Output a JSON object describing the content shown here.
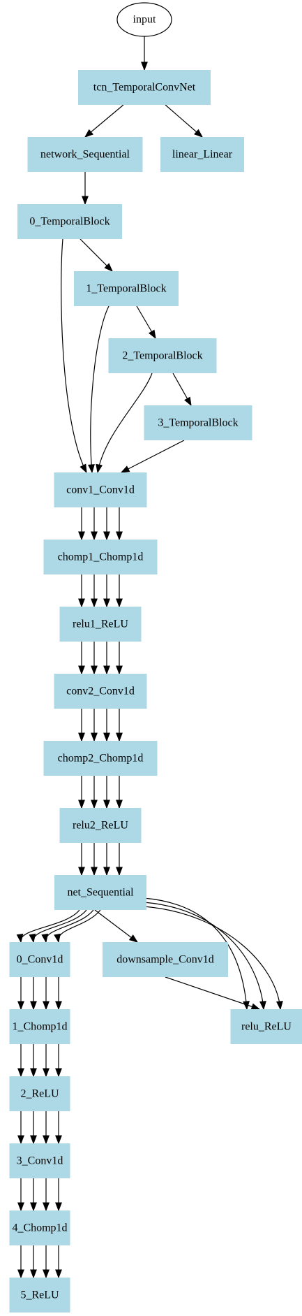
{
  "diagram": {
    "nodes": [
      {
        "id": "input",
        "label": "input",
        "shape": "ellipse"
      },
      {
        "id": "tcn",
        "label": "tcn_TemporalConvNet",
        "shape": "box"
      },
      {
        "id": "network",
        "label": "network_Sequential",
        "shape": "box"
      },
      {
        "id": "linear",
        "label": "linear_Linear",
        "shape": "box"
      },
      {
        "id": "tb0",
        "label": "0_TemporalBlock",
        "shape": "box"
      },
      {
        "id": "tb1",
        "label": "1_TemporalBlock",
        "shape": "box"
      },
      {
        "id": "tb2",
        "label": "2_TemporalBlock",
        "shape": "box"
      },
      {
        "id": "tb3",
        "label": "3_TemporalBlock",
        "shape": "box"
      },
      {
        "id": "conv1",
        "label": "conv1_Conv1d",
        "shape": "box"
      },
      {
        "id": "chomp1",
        "label": "chomp1_Chomp1d",
        "shape": "box"
      },
      {
        "id": "relu1",
        "label": "relu1_ReLU",
        "shape": "box"
      },
      {
        "id": "conv2",
        "label": "conv2_Conv1d",
        "shape": "box"
      },
      {
        "id": "chomp2",
        "label": "chomp2_Chomp1d",
        "shape": "box"
      },
      {
        "id": "relu2",
        "label": "relu2_ReLU",
        "shape": "box"
      },
      {
        "id": "net",
        "label": "net_Sequential",
        "shape": "box"
      },
      {
        "id": "c0",
        "label": "0_Conv1d",
        "shape": "box"
      },
      {
        "id": "downsample",
        "label": "downsample_Conv1d",
        "shape": "box"
      },
      {
        "id": "relu",
        "label": "relu_ReLU",
        "shape": "box"
      },
      {
        "id": "c1",
        "label": "1_Chomp1d",
        "shape": "box"
      },
      {
        "id": "c2",
        "label": "2_ReLU",
        "shape": "box"
      },
      {
        "id": "c3",
        "label": "3_Conv1d",
        "shape": "box"
      },
      {
        "id": "c4",
        "label": "4_Chomp1d",
        "shape": "box"
      },
      {
        "id": "c5",
        "label": "5_ReLU",
        "shape": "box"
      }
    ],
    "edges": [
      {
        "from": "input",
        "to": "tcn"
      },
      {
        "from": "tcn",
        "to": "network"
      },
      {
        "from": "tcn",
        "to": "linear"
      },
      {
        "from": "network",
        "to": "tb0"
      },
      {
        "from": "tb0",
        "to": "tb1"
      },
      {
        "from": "tb0",
        "to": "conv1"
      },
      {
        "from": "tb1",
        "to": "tb2"
      },
      {
        "from": "tb1",
        "to": "conv1"
      },
      {
        "from": "tb2",
        "to": "tb3"
      },
      {
        "from": "tb2",
        "to": "conv1"
      },
      {
        "from": "tb3",
        "to": "conv1"
      },
      {
        "from": "conv1",
        "to": "chomp1",
        "count": 4
      },
      {
        "from": "chomp1",
        "to": "relu1",
        "count": 4
      },
      {
        "from": "relu1",
        "to": "conv2",
        "count": 4
      },
      {
        "from": "conv2",
        "to": "chomp2",
        "count": 4
      },
      {
        "from": "chomp2",
        "to": "relu2",
        "count": 4
      },
      {
        "from": "relu2",
        "to": "net",
        "count": 4
      },
      {
        "from": "net",
        "to": "c0",
        "count": 4
      },
      {
        "from": "net",
        "to": "downsample"
      },
      {
        "from": "net",
        "to": "relu",
        "count": 3
      },
      {
        "from": "downsample",
        "to": "relu"
      },
      {
        "from": "c0",
        "to": "c1",
        "count": 4
      },
      {
        "from": "c1",
        "to": "c2",
        "count": 4
      },
      {
        "from": "c2",
        "to": "c3",
        "count": 4
      },
      {
        "from": "c3",
        "to": "c4",
        "count": 4
      },
      {
        "from": "c4",
        "to": "c5",
        "count": 4
      }
    ]
  },
  "colors": {
    "node_fill": "#add8e6",
    "edge": "#000000",
    "background": "#ffffff"
  }
}
